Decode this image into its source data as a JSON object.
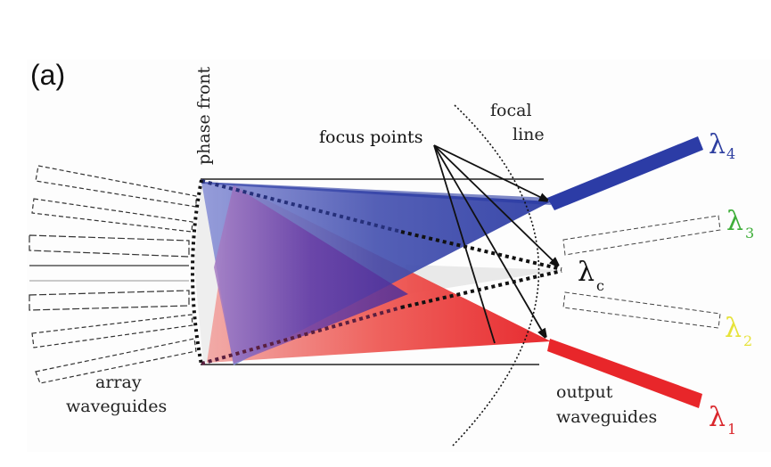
{
  "figure": {
    "panel_label": "(a)",
    "labels": {
      "phase_front": "phase front",
      "focus_points": "focus points",
      "focal_line_1": "focal",
      "focal_line_2": "line",
      "array_waveguides_1": "array",
      "array_waveguides_2": "waveguides",
      "output_waveguides_1": "output",
      "output_waveguides_2": "waveguides"
    },
    "wavelengths": [
      {
        "symbol": "λ",
        "subscript": "4",
        "color": "#2e3fa0"
      },
      {
        "symbol": "λ",
        "subscript": "3",
        "color": "#3fae3a"
      },
      {
        "symbol": "λ",
        "subscript": "c",
        "color": "#111111"
      },
      {
        "symbol": "λ",
        "subscript": "2",
        "color": "#e6e23a"
      },
      {
        "symbol": "λ",
        "subscript": "1",
        "color": "#d9262b"
      }
    ],
    "colors": {
      "blue_beam": "#2c3ca6",
      "red_beam": "#e8262a",
      "purple_overlap": "#5a3a9e",
      "center_beam": "#e8e8e8",
      "outline": "#111111"
    }
  }
}
